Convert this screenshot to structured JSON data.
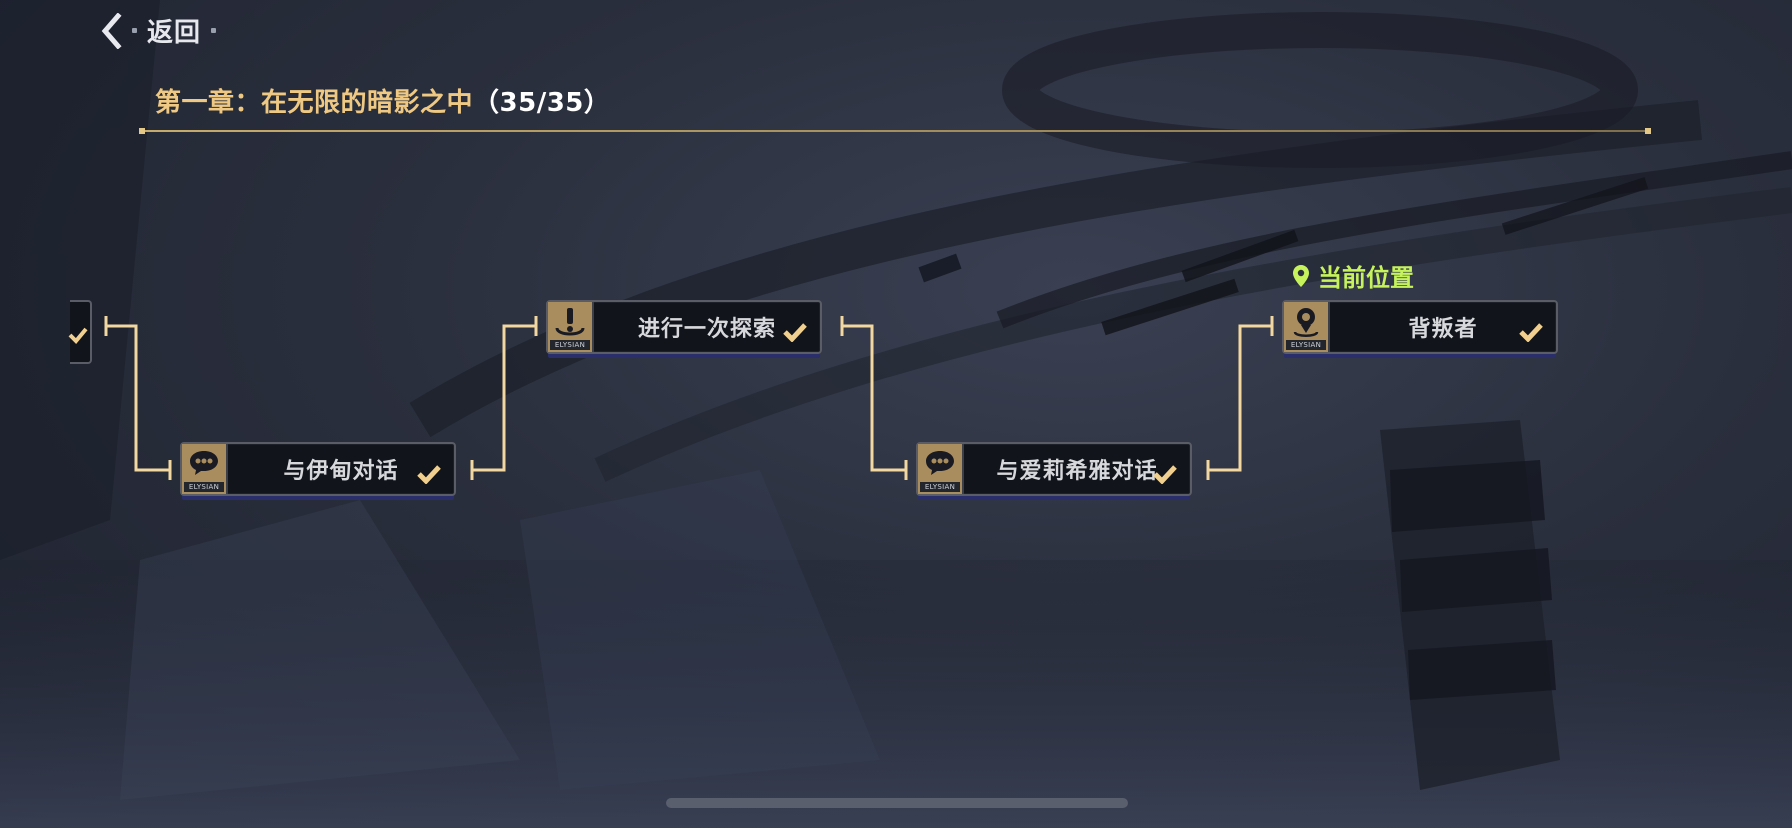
{
  "top": {
    "back_label": "返回",
    "chapter_title": "第一章：在无限的暗影之中",
    "chapter_progress": "（35/35）"
  },
  "map": {
    "current_position_label": "当前位置",
    "nodes": [
      {
        "label": "与伊甸对话",
        "icon": "chat-bubble-icon",
        "brand": "ELYSIAN",
        "completed": true
      },
      {
        "label": "进行一次探索",
        "icon": "exclamation-explore-icon",
        "brand": "ELYSIAN",
        "completed": true
      },
      {
        "label": "与爱莉希雅对话",
        "icon": "chat-bubble-icon",
        "brand": "ELYSIAN",
        "completed": true
      },
      {
        "label": "背叛者",
        "icon": "map-pin-icon",
        "brand": "ELYSIAN",
        "completed": true
      }
    ]
  },
  "colors": {
    "accent_gold": "#efc983",
    "current_green": "#c6f35c",
    "connector": "#f2d7a1",
    "check": "#f1d08f"
  }
}
